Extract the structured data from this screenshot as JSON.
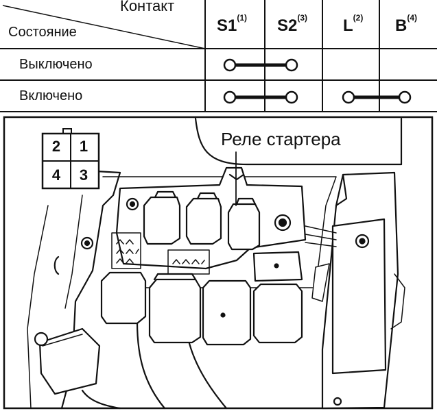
{
  "table": {
    "header_contact": "Контакт",
    "header_state": "Состояние",
    "columns": [
      {
        "name": "S1",
        "note": "(1)"
      },
      {
        "name": "S2",
        "note": "(3)"
      },
      {
        "name": "L",
        "note": "(2)"
      },
      {
        "name": "B",
        "note": "(4)"
      }
    ],
    "rows": [
      {
        "label": "Выключено",
        "connections": [
          [
            "S1",
            "S2"
          ]
        ]
      },
      {
        "label": "Включено",
        "connections": [
          [
            "S1",
            "S2"
          ],
          [
            "L",
            "B"
          ]
        ]
      }
    ]
  },
  "connector": {
    "pins": [
      "2",
      "1",
      "4",
      "3"
    ]
  },
  "drawing": {
    "label": "Реле стартера"
  }
}
